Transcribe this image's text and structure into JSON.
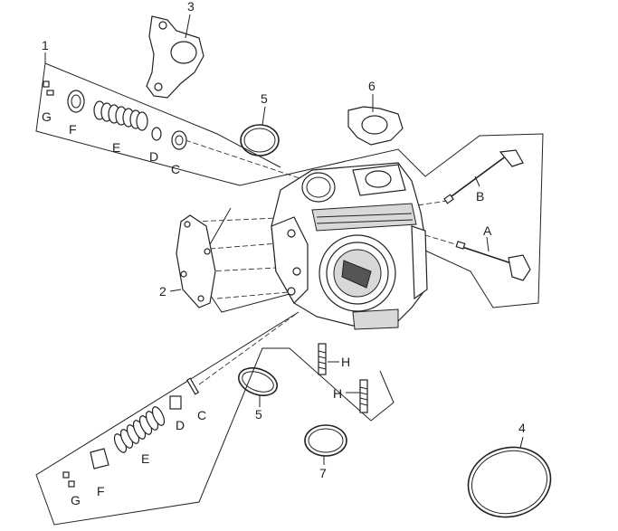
{
  "labels": {
    "n1": "1",
    "n2": "2",
    "n3": "3",
    "n4": "4",
    "n5a": "5",
    "n5b": "5",
    "n6": "6",
    "n7": "7",
    "A": "A",
    "B": "B",
    "C1": "C",
    "C2": "C",
    "D1": "D",
    "D2": "D",
    "E1": "E",
    "E2": "E",
    "F1": "F",
    "F2": "F",
    "G1": "G",
    "G2": "G",
    "H1": "H",
    "H2": "H"
  }
}
